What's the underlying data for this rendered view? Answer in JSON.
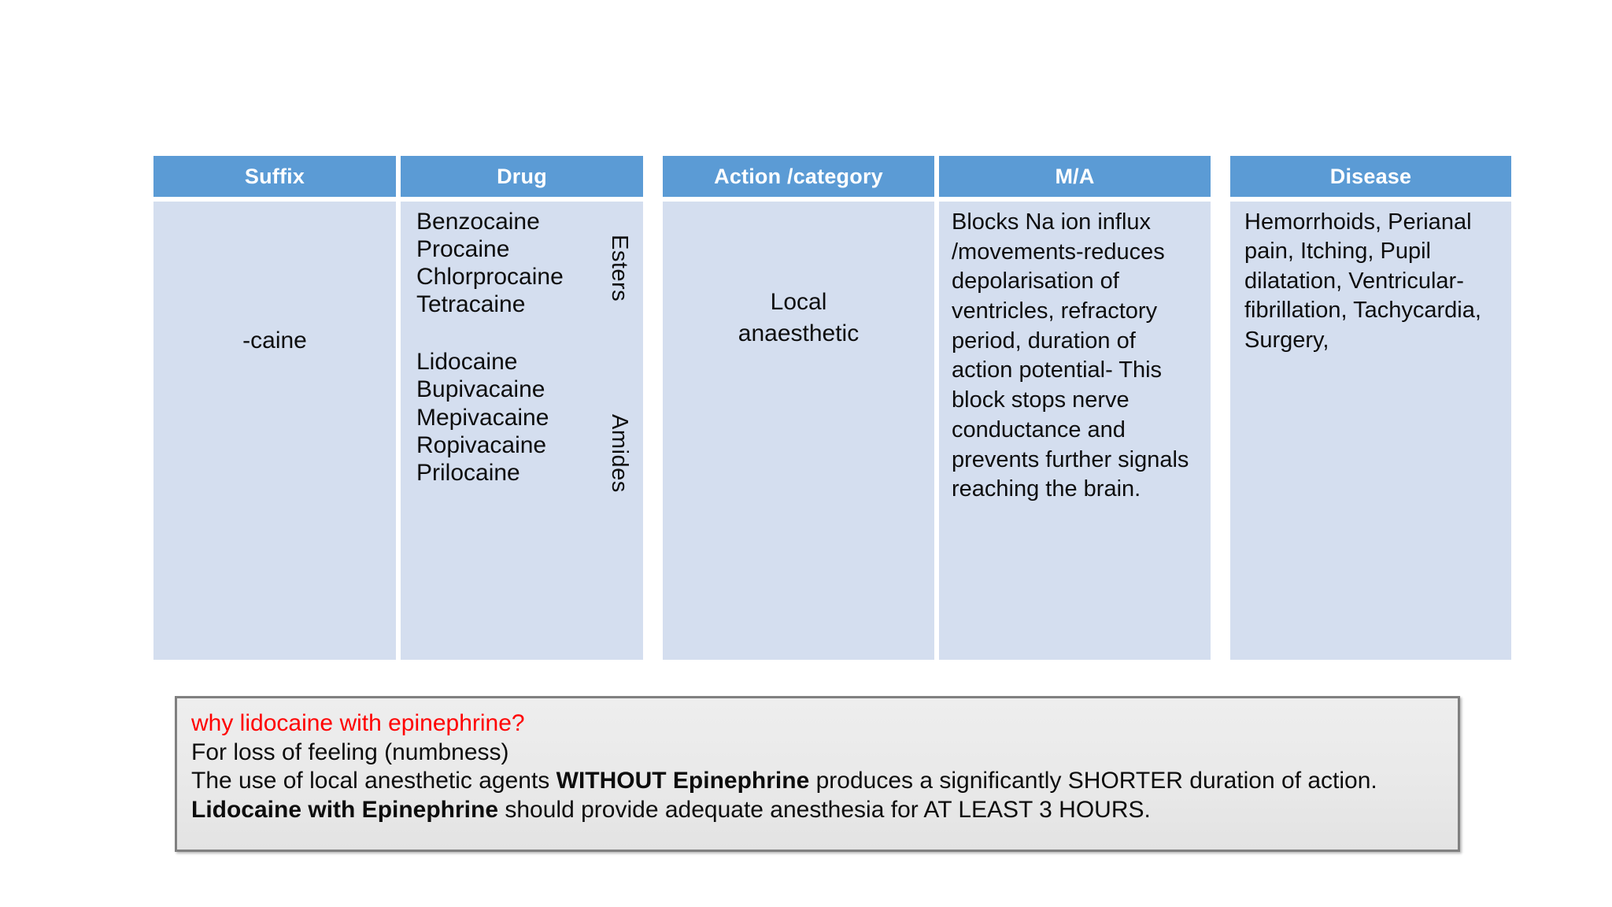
{
  "colors": {
    "header_blue": "#5B9BD5",
    "cell_blue": "#D4DEEF",
    "note_bg": "#E9E9E9",
    "note_border": "#808080",
    "accent_red": "#FF0000",
    "text": "#0D0D0D"
  },
  "table_one": {
    "headers": [
      "Suffix",
      "Drug"
    ],
    "suffix_value": "-caine",
    "drug_groups": [
      {
        "label": "Esters",
        "items": [
          "Benzocaine",
          "Procaine",
          "Chlorprocaine",
          "Tetracaine"
        ]
      },
      {
        "label": "Amides",
        "items": [
          "Lidocaine",
          "Bupivacaine",
          "Mepivacaine",
          "Ropivacaine",
          "Prilocaine"
        ]
      }
    ]
  },
  "table_two": {
    "headers": [
      "Action /category",
      "M/A"
    ],
    "action_value": "Local\nanaesthetic",
    "ma_value": "Blocks Na ion influx /movements-reduces depolarisation of ventricles, refractory period, duration of action potential- This block stops nerve conductance and prevents further signals reaching the brain."
  },
  "table_three": {
    "headers": [
      "Disease"
    ],
    "disease_value": "Hemorrhoids, Perianal pain, Itching, Pupil dilatation, Ventricular-fibrillation, Tachycardia, Surgery,"
  },
  "note_box": {
    "question": "why lidocaine with epinephrine?",
    "answer": "For loss of feeling (numbness)",
    "body": {
      "part1": "The use of local anesthetic agents ",
      "bold1": "WITHOUT Epinephrine",
      "part2": " produces a significantly SHORTER duration of action. ",
      "bold2": "Lidocaine with Epinephrine",
      "part3": " should provide adequate anesthesia for AT LEAST 3 HOURS."
    }
  }
}
